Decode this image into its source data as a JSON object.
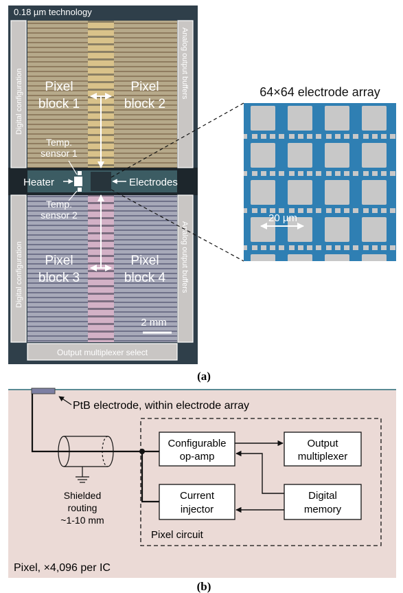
{
  "panel_a": {
    "technology": "0.18 µm technology",
    "digital_config_top": "Digital configuration",
    "digital_config_bottom": "Digital configuration",
    "analog_buffers_top": "Analog output buffers",
    "analog_buffers_bottom": "Analog output buffers",
    "pixel_block_1": [
      "Pixel",
      "block 1"
    ],
    "pixel_block_2": [
      "Pixel",
      "block 2"
    ],
    "pixel_block_3": [
      "Pixel",
      "block 3"
    ],
    "pixel_block_4": [
      "Pixel",
      "block 4"
    ],
    "temp_sensor_1": [
      "Temp.",
      "sensor 1"
    ],
    "temp_sensor_2": [
      "Temp.",
      "sensor 2"
    ],
    "heater": "Heater",
    "electrodes": "Electrodes",
    "scale_bar": "2 mm",
    "output_mux_select": "Output multiplexer select",
    "inset_title": "64×64 electrode array",
    "inset_scale": "20 µm",
    "caption": "(a)"
  },
  "panel_b": {
    "ptb_label": "PtB electrode, within electrode array",
    "configurable_opamp": [
      "Configurable",
      "op-amp"
    ],
    "output_multiplexer": [
      "Output",
      "multiplexer"
    ],
    "current_injector": [
      "Current",
      "injector"
    ],
    "digital_memory": [
      "Digital",
      "memory"
    ],
    "shielded_routing": [
      "Shielded",
      "routing",
      "~1-10 mm"
    ],
    "pixel_circuit": "Pixel circuit",
    "pixel_count": "Pixel, ×4,096 per IC",
    "caption": "(b)"
  },
  "colors": {
    "chip_background": "#2f3f4a",
    "electrode_blue": "#2f7fb3",
    "electrode_pad": "#c8c8c8",
    "panel_b_background": "#ebdad6",
    "wire": "#111111"
  }
}
